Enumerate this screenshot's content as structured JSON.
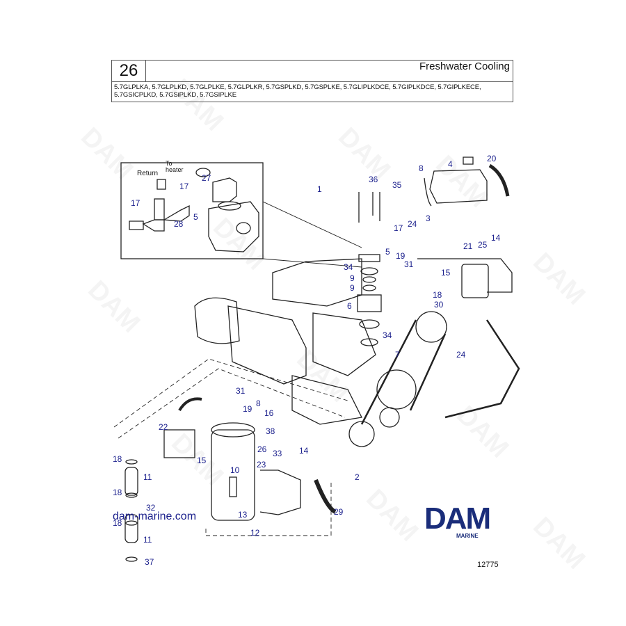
{
  "header": {
    "page_number": "26",
    "title": "Freshwater Cooling",
    "models": "5.7GLPLKA, 5.7GLPLKD, 5.7GLPLKE, 5.7GLPLKR, 5.7GSPLKD, 5.7GSPLKE, 5.7GLIPLKDCE, 5.7GIPLKDCE, 5.7GIPLKECE, 5.7GSICPLKD, 5.7GSiPLKD, 5.7GSIPLKE"
  },
  "inset": {
    "return_label": "Return",
    "to_heater_label": "To\nheater",
    "callouts": [
      "17",
      "27",
      "17",
      "5",
      "28"
    ]
  },
  "callouts": [
    "1",
    "36",
    "35",
    "8",
    "4",
    "20",
    "3",
    "17",
    "24",
    "5",
    "19",
    "31",
    "34",
    "9",
    "9",
    "6",
    "18",
    "30",
    "15",
    "25",
    "14",
    "21",
    "34",
    "7",
    "24",
    "31",
    "19",
    "8",
    "16",
    "38",
    "22",
    "26",
    "15",
    "18",
    "11",
    "18",
    "10",
    "23",
    "33",
    "14",
    "2",
    "32",
    "13",
    "18",
    "11",
    "37",
    "12",
    "29"
  ],
  "watermark": "DAM",
  "footer": {
    "site": "dam-marine.com",
    "logo_word": "DAM",
    "logo_sub": "MARINE",
    "figure_number": "12775"
  }
}
